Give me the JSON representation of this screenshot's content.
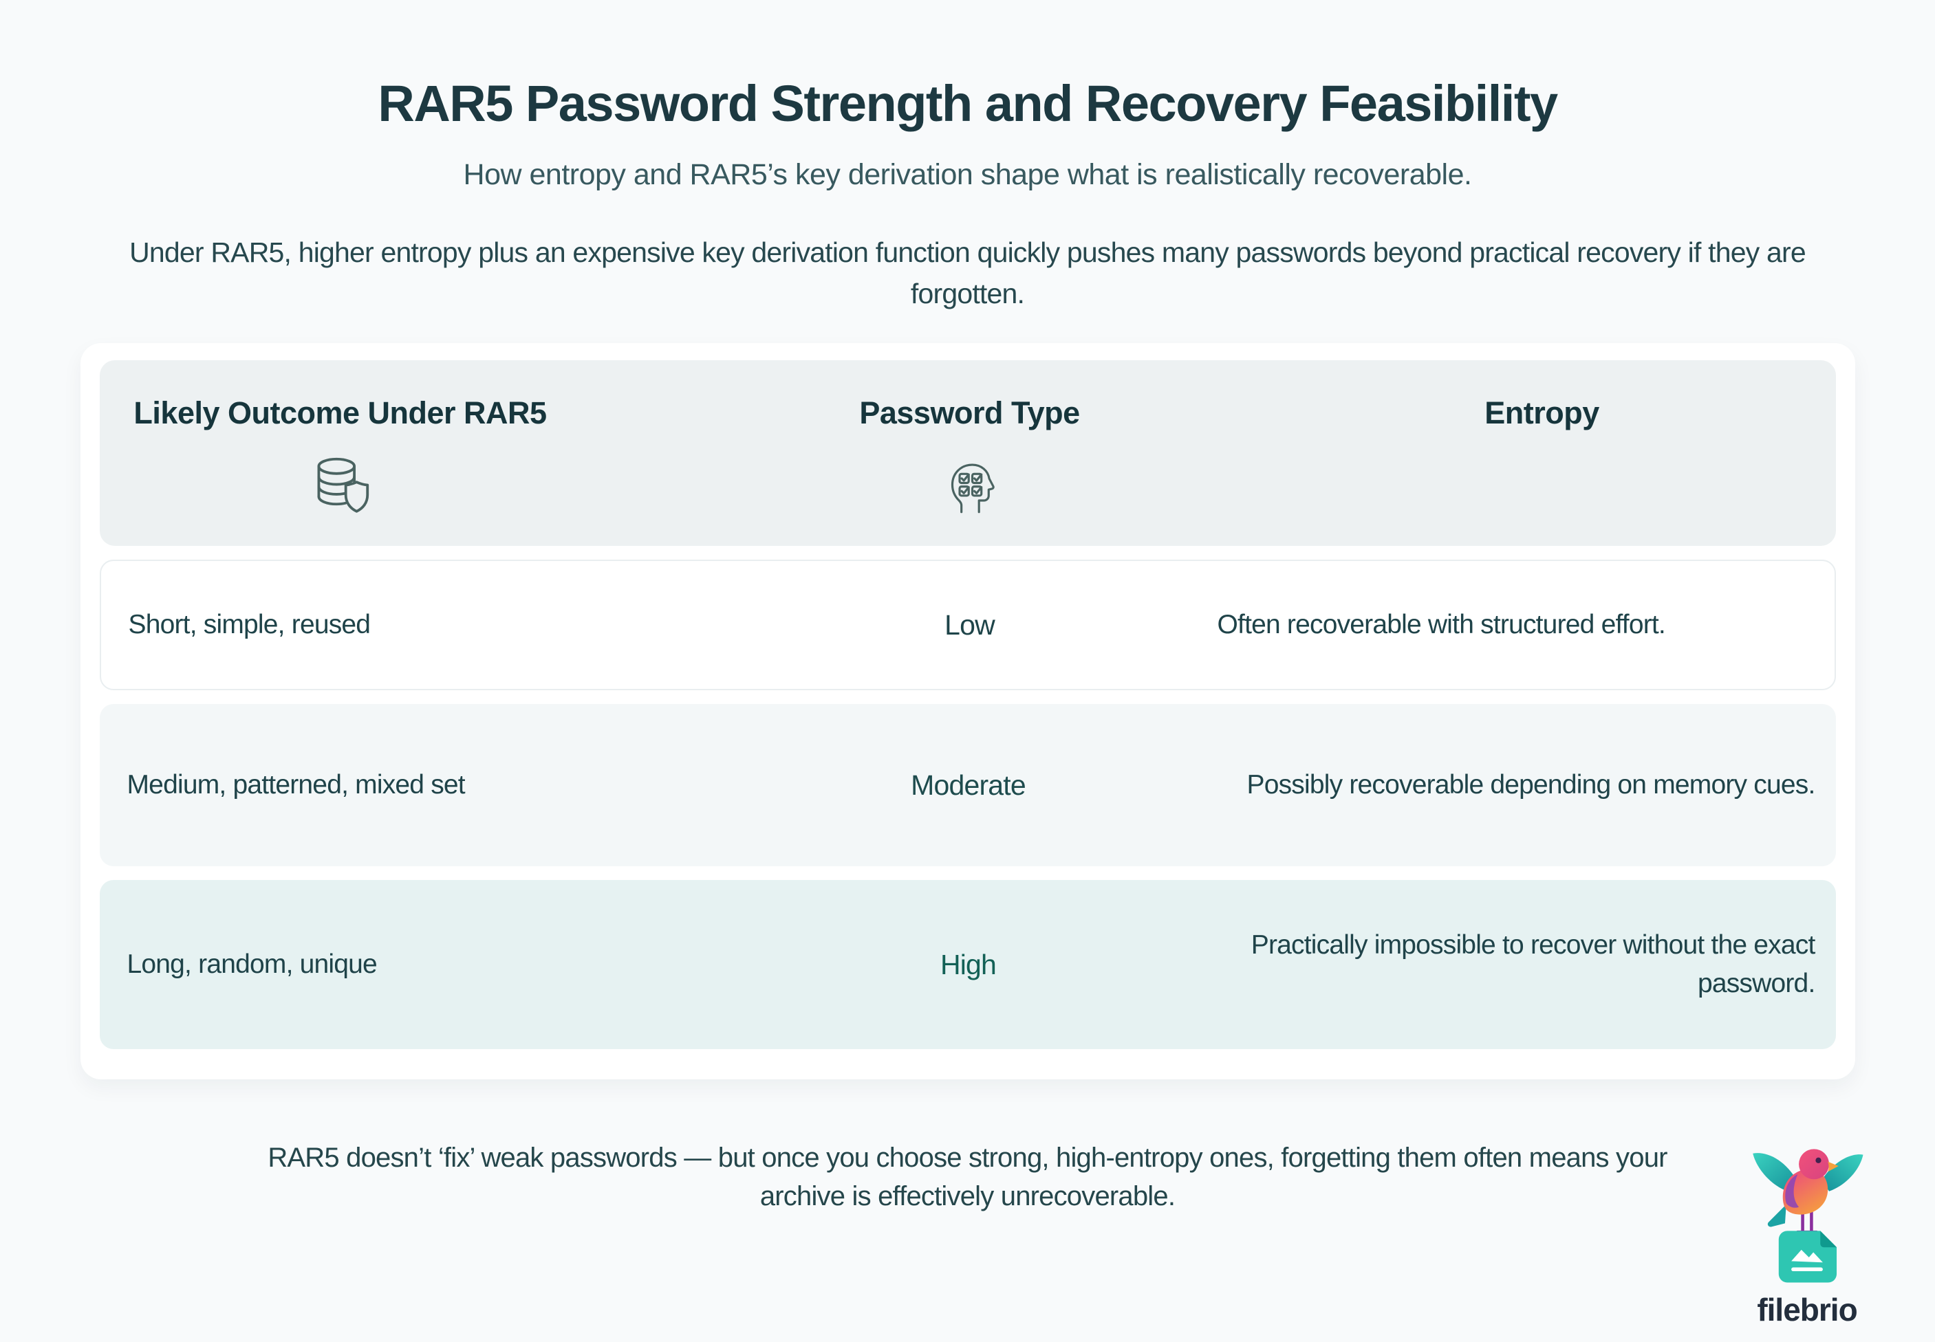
{
  "page": {
    "title": "RAR5 Password Strength and Recovery Feasibility",
    "subtitle": "How entropy and RAR5’s key derivation shape what is realistically recoverable.",
    "description_lines": [
      "Under RAR5, higher entropy plus an expensive key derivation function quickly pushes many passwords beyond practical recovery if they are",
      "forgotten."
    ],
    "footer_lines": [
      "RAR5 doesn’t ‘fix’ weak passwords — but once you choose strong, high-entropy ones, forgetting them often means your",
      "archive is effectively unrecoverable."
    ]
  },
  "table": {
    "columns": [
      {
        "label": "Likely Outcome Under RAR5",
        "icon": "database-shield-icon"
      },
      {
        "label": "Password Type",
        "icon": "head-checklist-icon"
      },
      {
        "label": "Entropy",
        "icon": null
      }
    ],
    "rows": [
      {
        "outcome": "Short, simple, reused",
        "type": "Low",
        "type_color": "#1e4449",
        "entropy": "Often recoverable with structured effort."
      },
      {
        "outcome": "Medium, patterned, mixed set",
        "type": "Moderate",
        "type_color": "#1d4b4d",
        "entropy": "Possibly recoverable depending on memory cues."
      },
      {
        "outcome": "Long, random, unique",
        "type": "High",
        "type_color": "#136156",
        "entropy": "Practically impossible to recover without the exact password."
      }
    ]
  },
  "brand": {
    "name": "filebrio",
    "icon": "filebrio-bird-logo"
  },
  "colors": {
    "page_background": "#f8fafb",
    "card_background": "#ffffff",
    "header_row_background": "#edf1f2",
    "row2_background": "#f3f7f8",
    "row3_background": "#e6f2f2",
    "title_text": "#1d3941",
    "body_text": "#1f4349",
    "icon_stroke": "#4a6361",
    "brand_teal": "#2ec6b2"
  }
}
